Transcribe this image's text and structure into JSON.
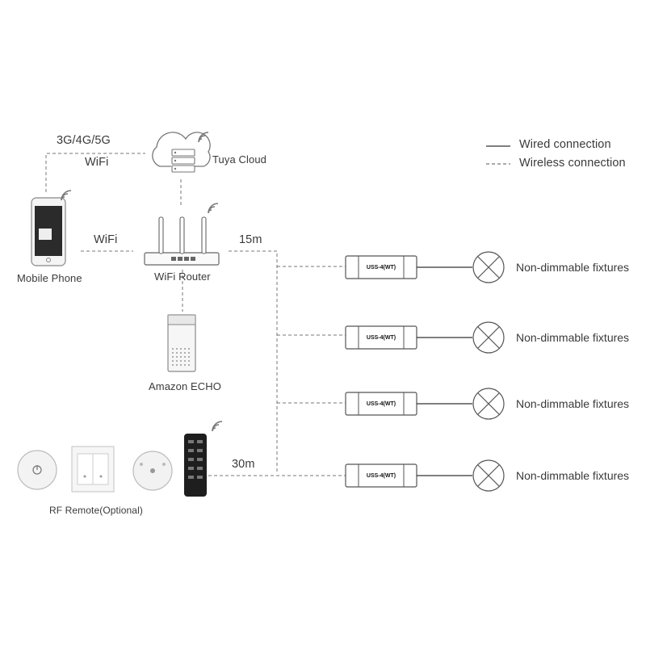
{
  "legend": {
    "wired": "Wired connection",
    "wireless": "Wireless connection"
  },
  "labels": {
    "cellular": "3G/4G/5G",
    "wifi_cloud": "WiFi",
    "wifi_phone": "WiFi",
    "cloud": "Tuya Cloud",
    "phone": "Mobile Phone",
    "router": "WiFi Router",
    "echo": "Amazon ECHO",
    "distance_router": "15m",
    "distance_remote": "30m",
    "rf_remote": "RF Remote(Optional)"
  },
  "controllers": [
    {
      "model": "USS-4(WT)",
      "fixture": "Non-dimmable fixtures"
    },
    {
      "model": "USS-4(WT)",
      "fixture": "Non-dimmable fixtures"
    },
    {
      "model": "USS-4(WT)",
      "fixture": "Non-dimmable fixtures"
    },
    {
      "model": "USS-4(WT)",
      "fixture": "Non-dimmable fixtures"
    }
  ]
}
